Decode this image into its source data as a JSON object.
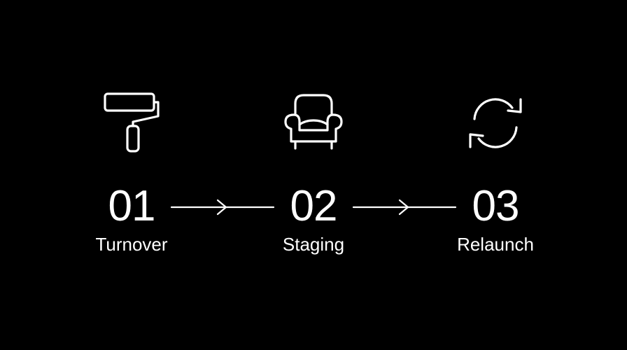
{
  "background_color": "#000000",
  "foreground_color": "#ffffff",
  "steps": [
    {
      "number": "01",
      "label": "Turnover",
      "icon": "paint-roller-icon"
    },
    {
      "number": "02",
      "label": "Staging",
      "icon": "armchair-icon"
    },
    {
      "number": "03",
      "label": "Relaunch",
      "icon": "refresh-icon"
    }
  ],
  "connectors": [
    {
      "from": "01",
      "to": "02",
      "icon": "arrow-right-icon"
    },
    {
      "from": "02",
      "to": "03",
      "icon": "arrow-right-icon"
    }
  ]
}
